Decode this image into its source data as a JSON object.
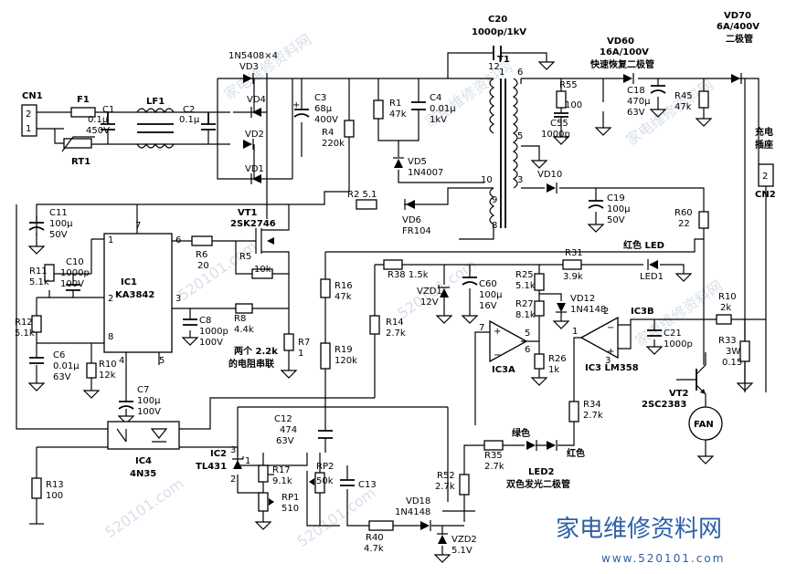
{
  "components": {
    "cn1": {
      "name": "CN1",
      "pins": [
        "2",
        "1"
      ]
    },
    "f1": {
      "name": "F1"
    },
    "rt1": {
      "name": "RT1"
    },
    "c1": {
      "name": "C1",
      "v1": "0.1μ",
      "v2": "450V"
    },
    "lf1": {
      "name": "LF1"
    },
    "c2": {
      "name": "C2",
      "v1": "0.1μ"
    },
    "bridge": {
      "note": "1N5408×4",
      "vd3": "VD3",
      "vd4": "VD4",
      "vd2": "VD2",
      "vd1": "VD1"
    },
    "c3": {
      "name": "C3",
      "v1": "68μ",
      "v2": "400V"
    },
    "r4": {
      "name": "R4",
      "v1": "220k"
    },
    "r1": {
      "name": "R1",
      "v1": "47k"
    },
    "c4": {
      "name": "C4",
      "v1": "0.01μ",
      "v2": "1kV"
    },
    "vd5": {
      "name": "VD5",
      "v1": "1N4007"
    },
    "c20": {
      "name": "C20",
      "v1": "1000p/1kV"
    },
    "t1": {
      "name": "T1",
      "pins": [
        "12",
        "1",
        "6",
        "5",
        "3",
        "10",
        "9",
        "8"
      ]
    },
    "vd60": {
      "name": "VD60",
      "v1": "16A/100V",
      "v2": "快速恢复二极管"
    },
    "vd70": {
      "name": "VD70",
      "v1": "6A/400V",
      "v2": "二极管"
    },
    "r55": {
      "name": "R55",
      "v1": "100"
    },
    "c55": {
      "name": "C55",
      "v1": "1000p"
    },
    "c18": {
      "name": "C18",
      "v1": "470μ",
      "v2": "63V"
    },
    "r45": {
      "name": "R45",
      "v1": "47k"
    },
    "charge": {
      "label1": "充电",
      "label2": "插座",
      "cn2": "CN2",
      "pin": "2"
    },
    "vd10": {
      "name": "VD10"
    },
    "c19": {
      "name": "C19",
      "v1": "100μ",
      "v2": "50V"
    },
    "r60": {
      "name": "R60",
      "v1": "22"
    },
    "r2": {
      "name": "R2 5.1"
    },
    "vd6": {
      "name": "VD6",
      "v1": "FR104"
    },
    "c11": {
      "name": "C11",
      "v1": "100μ",
      "v2": "50V"
    },
    "vt1": {
      "name": "VT1",
      "v1": "2SK2746"
    },
    "ic1": {
      "name": "IC1",
      "v1": "KA3842",
      "pins": [
        "7",
        "1",
        "6",
        "2",
        "3",
        "8",
        "4",
        "5"
      ]
    },
    "r6": {
      "name": "R6",
      "v1": "20"
    },
    "r5": {
      "name": "R5",
      "v1": "10k"
    },
    "r11": {
      "name": "R11",
      "v1": "5.1k"
    },
    "c10": {
      "name": "C10",
      "v1": "1000p",
      "v2": "100V"
    },
    "r8": {
      "name": "R8",
      "v1": "4.4k"
    },
    "c8": {
      "name": "C8",
      "v1": "1000p",
      "v2": "100V"
    },
    "r7": {
      "name": "R7",
      "v1": "1"
    },
    "note_r": {
      "text1": "两个 2.2k",
      "text2": "的电阻串联"
    },
    "r12": {
      "name": "R12",
      "v1": "5.1k"
    },
    "c6": {
      "name": "C6",
      "v1": "0.01μ",
      "v2": "63V"
    },
    "r10a": {
      "name": "R10",
      "v1": "12k"
    },
    "c7": {
      "name": "C7",
      "v1": "100μ",
      "v2": "100V"
    },
    "ic4": {
      "name": "IC4",
      "v1": "4N35"
    },
    "r13": {
      "name": "R13",
      "v1": "100"
    },
    "r16": {
      "name": "R16",
      "v1": "47k"
    },
    "r19": {
      "name": "R19",
      "v1": "120k"
    },
    "r14": {
      "name": "R14",
      "v1": "2.7k"
    },
    "r38": {
      "name": "R38 1.5k"
    },
    "vzd1": {
      "name": "VZD1",
      "v1": "12V"
    },
    "c60": {
      "name": "C60",
      "v1": "100μ",
      "v2": "16V"
    },
    "r31": {
      "name": "R31",
      "v1": "3.9k"
    },
    "led1": {
      "name": "LED1",
      "v1": "红色 LED"
    },
    "r25": {
      "name": "R25",
      "v1": "5.1k"
    },
    "r27": {
      "name": "R27",
      "v1": "8.1k"
    },
    "vd12": {
      "name": "VD12",
      "v1": "1N4148"
    },
    "ic3b": {
      "name": "IC3B",
      "pins": [
        "7",
        "5",
        "6",
        "1",
        "2",
        "3"
      ]
    },
    "ic3a": {
      "name": "IC3A"
    },
    "r26": {
      "name": "R26",
      "v1": "1k"
    },
    "ic3": {
      "name": "IC3 LM358"
    },
    "r10b": {
      "name": "R10",
      "v1": "2k"
    },
    "c21": {
      "name": "C21",
      "v1": "1000p"
    },
    "r33": {
      "name": "R33",
      "v1": "3W",
      "v2": "0.15"
    },
    "vt2": {
      "name": "VT2",
      "v1": "2SC2383"
    },
    "fan": {
      "name": "FAN"
    },
    "r34": {
      "name": "R34",
      "v1": "2.7k"
    },
    "led2": {
      "name": "LED2",
      "v1": "双色发光二极管",
      "green": "绿色",
      "red": "红色"
    },
    "r35": {
      "name": "R35",
      "v1": "2.7k"
    },
    "c12": {
      "name": "C12",
      "v1": "474",
      "v2": "63V"
    },
    "ic2": {
      "name": "IC2",
      "v1": "TL431",
      "pins": [
        "3",
        "1",
        "2"
      ]
    },
    "r17": {
      "name": "R17",
      "v1": "9.1k"
    },
    "rp1": {
      "name": "RP1",
      "v1": "510"
    },
    "rp2": {
      "name": "RP2",
      "v1": "50k"
    },
    "c13": {
      "name": "C13"
    },
    "vd18": {
      "name": "VD18",
      "v1": "1N4148"
    },
    "r52": {
      "name": "R52",
      "v1": "2.7k"
    },
    "r40": {
      "name": "R40",
      "v1": "4.7k"
    },
    "vzd2": {
      "name": "VZD2",
      "v1": "5.1V"
    }
  },
  "watermark": {
    "site": "家电维修资料网",
    "url": "520101.com",
    "brand": "家电维修资料网",
    "brand_url": "www.520101.com"
  }
}
